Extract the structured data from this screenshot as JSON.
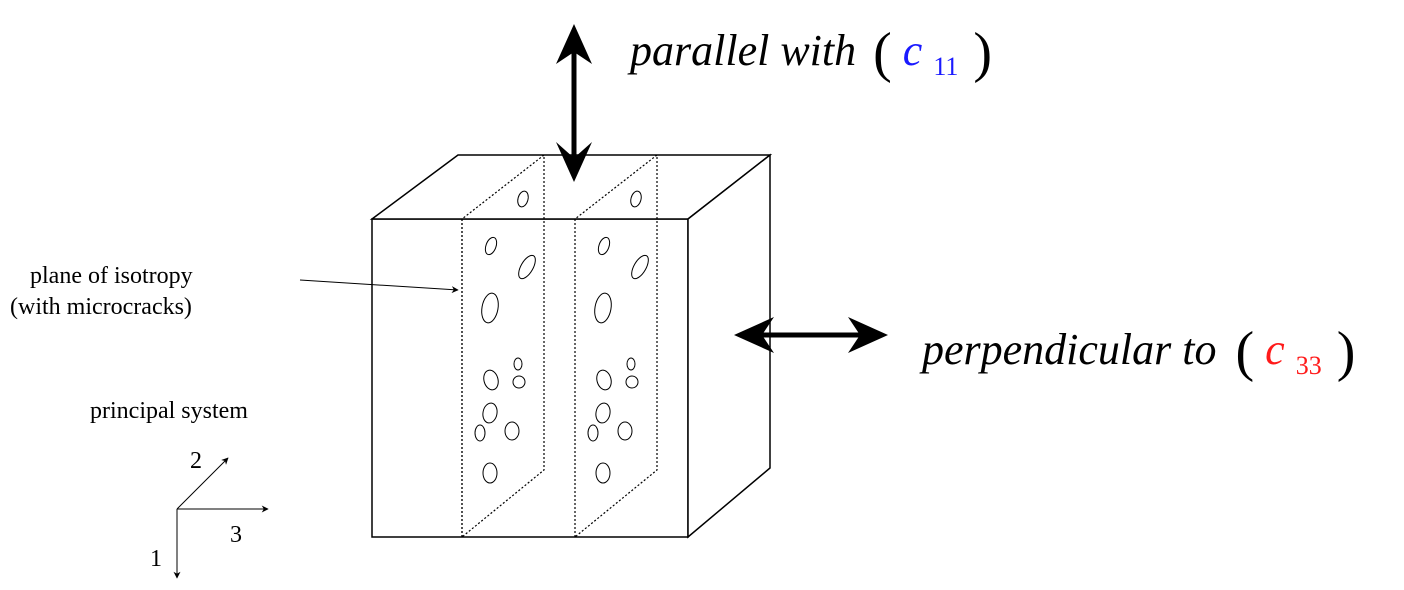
{
  "labels": {
    "parallel_prefix": "parallel with",
    "parallel_symbol": "c",
    "parallel_subscript": "11",
    "perpendicular_prefix": "perpendicular to",
    "perpendicular_symbol": "c",
    "perpendicular_subscript": "33",
    "plane_line1": "plane of isotropy",
    "plane_line2": "(with microcracks)",
    "principal_system": "principal system",
    "axis_1": "1",
    "axis_2": "2",
    "axis_3": "3",
    "open_paren": "(",
    "close_paren": ")"
  },
  "colors": {
    "c11": "#1a1aff",
    "c33": "#ff1a1a",
    "line": "#000000"
  }
}
